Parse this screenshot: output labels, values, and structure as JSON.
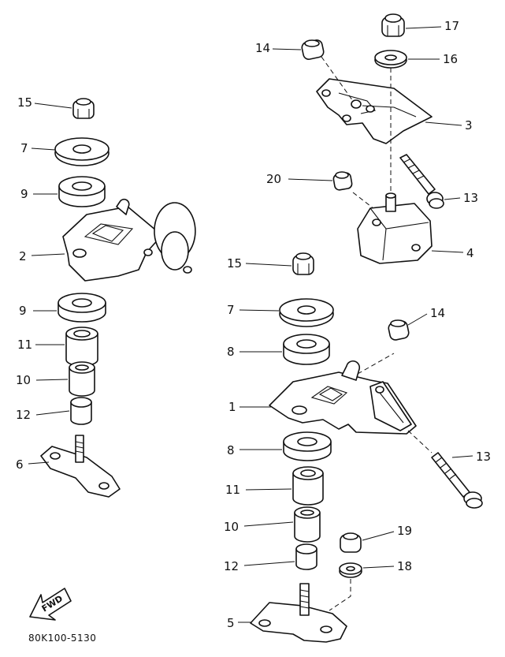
{
  "diagram_code": "80K100-5130",
  "fwd_label": "FWD",
  "callouts": {
    "left_15": "15",
    "left_7": "7",
    "left_9a": "9",
    "left_2": "2",
    "left_9b": "9",
    "left_11": "11",
    "left_10": "10",
    "left_12": "12",
    "left_6": "6",
    "top_17": "17",
    "top_14": "14",
    "top_16": "16",
    "top_3": "3",
    "top_20": "20",
    "top_13": "13",
    "top_4": "4",
    "right_15": "15",
    "right_14": "14",
    "right_7": "7",
    "right_8a": "8",
    "right_1": "1",
    "right_8b": "8",
    "right_13": "13",
    "right_11": "11",
    "right_10": "10",
    "right_19": "19",
    "right_12": "12",
    "right_18": "18",
    "right_5": "5"
  }
}
